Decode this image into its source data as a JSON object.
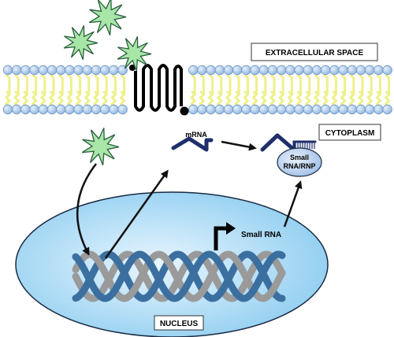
{
  "labels": {
    "extracellular": "EXTRACELLULAR SPACE",
    "cytoplasm": "CYTOPLASM",
    "nucleus": "NUCLEUS",
    "mrna": "mRNA",
    "small_rna": "Small RNA",
    "complex_line1": "Small",
    "complex_line2": "RNA/RNP"
  },
  "colors": {
    "ligand_fill": "#a8e6a8",
    "membrane_head": "#a9c9ee",
    "membrane_tail": "#eef08a",
    "nucleus_fill": "#a8d8f5",
    "dna_blue": "#3b6fa0",
    "dna_gray": "#9a9a9a",
    "rna_navy": "#1f2f6b",
    "complex_fill": "#a9c9ee"
  },
  "icons": {
    "ligand": "starburst-icon",
    "receptor": "seven-transmembrane-receptor-icon"
  }
}
